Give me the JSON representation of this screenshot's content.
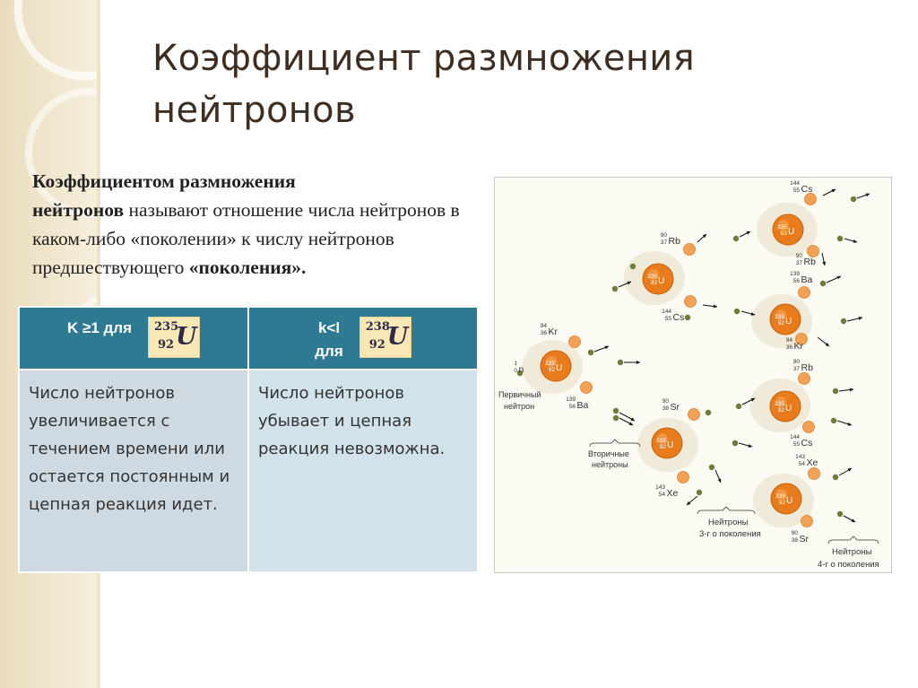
{
  "slide": {
    "title": "Коэффициент размножения нейтронов",
    "intro_bold_1": "Коэффициентом размножения",
    "intro_bold_2": "нейтронов",
    "intro_text_1": " называют отношение числа нейтронов в каком-либо «поколении» к числу нейтронов предшествующего",
    "intro_bold_3": "«поколения».",
    "colors": {
      "header": "#2f7a93",
      "cell": "#d2e2ea",
      "title": "#3e2e22",
      "uranium": "#e87b1c"
    }
  },
  "table": {
    "col1_header": "K ≥1 для",
    "col1_iso": {
      "a": "235",
      "z": "92",
      "s": "U"
    },
    "col2_header_1": "k<l",
    "col2_header_2": "для",
    "col2_iso": {
      "a": "238",
      "z": "92",
      "s": "U"
    },
    "col1_text": "Число нейтронов увеличивается с течением времени или остается постоянным и цепная реакция идет.",
    "col2_text": "Число нейтронов убывает и цепная реакция невозможна."
  },
  "diagram": {
    "uranium": {
      "a": "235",
      "z": "92",
      "s": "U"
    },
    "neutron": {
      "a": "1",
      "z": "0",
      "s": "n"
    },
    "fragments": [
      {
        "a": "94",
        "z": "36",
        "s": "Kr"
      },
      {
        "a": "139",
        "z": "56",
        "s": "Ba"
      },
      {
        "a": "90",
        "z": "37",
        "s": "Rb"
      },
      {
        "a": "144",
        "z": "55",
        "s": "Cs"
      },
      {
        "a": "90",
        "z": "38",
        "s": "Sr"
      },
      {
        "a": "143",
        "z": "54",
        "s": "Xe"
      },
      {
        "a": "144",
        "z": "55",
        "s": "Cs"
      },
      {
        "a": "90",
        "z": "37",
        "s": "Rb"
      },
      {
        "a": "139",
        "z": "56",
        "s": "Ba"
      },
      {
        "a": "94",
        "z": "36",
        "s": "Kr"
      },
      {
        "a": "90",
        "z": "37",
        "s": "Rb"
      },
      {
        "a": "144",
        "z": "55",
        "s": "Cs"
      },
      {
        "a": "143",
        "z": "54",
        "s": "Xe"
      },
      {
        "a": "90",
        "z": "38",
        "s": "Sr"
      }
    ],
    "labels": {
      "primary_1": "Первичный",
      "primary_2": "нейтрон",
      "secondary_1": "Вторичные",
      "secondary_2": "нейтроны",
      "third_1": "Нейтроны",
      "third_2": "3-г о поколения",
      "fourth_1": "Нейтроны",
      "fourth_2": "4-г о поколения"
    }
  }
}
